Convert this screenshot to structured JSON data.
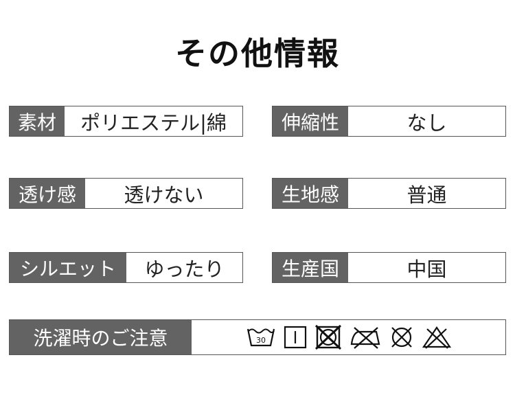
{
  "title": "その他情報",
  "specs": [
    {
      "label": "素材",
      "value": "ポリエステル|綿"
    },
    {
      "label": "伸縮性",
      "value": "なし"
    },
    {
      "label": "透け感",
      "value": "透けない"
    },
    {
      "label": "生地感",
      "value": "普通"
    },
    {
      "label": "シルエット",
      "value": "ゆったり"
    },
    {
      "label": "生産国",
      "value": "中国"
    }
  ],
  "care": {
    "label": "洗濯時のご注意",
    "wash_temp": "30",
    "icons": [
      "wash-30-icon",
      "tumble-dry-icon",
      "no-tumble-dry-icon",
      "no-iron-icon",
      "no-dry-clean-icon",
      "no-bleach-icon"
    ]
  }
}
